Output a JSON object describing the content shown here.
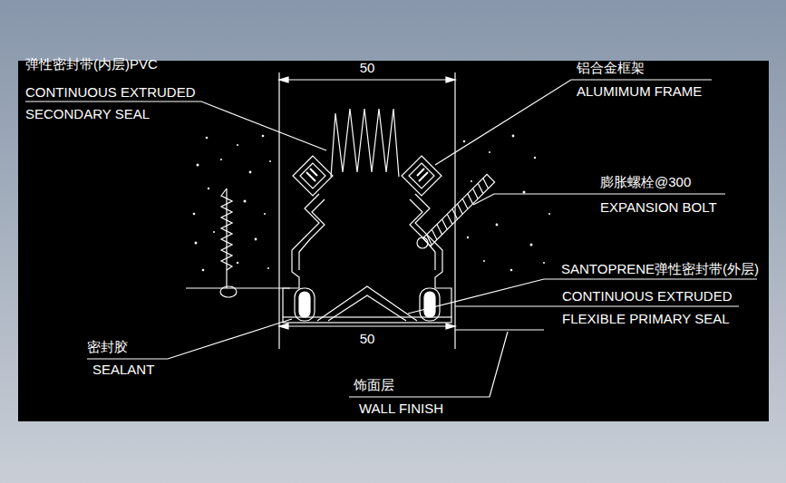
{
  "diagram": {
    "labels": [
      "弹性密封带(内层)PVC",
      "CONTINUOUS EXTRUDED",
      "SECONDARY SEAL",
      "50",
      "铝合金框架",
      "ALUMIMUM FRAME",
      "膨胀螺栓@300",
      "EXPANSION BOLT",
      "SANTOPRENE弹性密封带(外层)",
      "CONTINUOUS EXTRUDED",
      "FLEXIBLE PRIMARY SEAL",
      "50",
      "密封胶",
      "SEALANT",
      "饰面层",
      "WALL FINISH"
    ]
  }
}
